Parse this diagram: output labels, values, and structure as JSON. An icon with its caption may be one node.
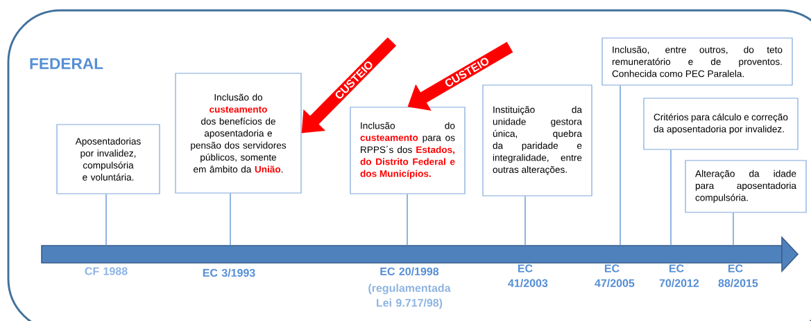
{
  "diagram": {
    "nodes": [
      {
        "text": [
          "Aposentadorias por invalidez, compulsória e voluntária."
        ]
      },
      {
        "text": [
          "Inclusão do **custeamento** dos benefícios de aposentadoria e pensão dos servidores públicos, somente em âmbito da **União**."
        ]
      },
      {
        "text": [
          "Inclusão do **custeamento** para os RPPS´s dos **Estados, do Distrito Federal e dos Municípios.**"
        ]
      },
      {
        "text": [
          "Instituição da unidade gestora única, quebra da paridade e integralidade, entre outras alterações."
        ]
      },
      {
        "text": [
          "Inclusão, entre outros, do teto remuneratório e de proventos. Conhecida como PEC Paralela."
        ]
      },
      {
        "text": [
          "Critérios para cálculo e correção da aposentadoria por invalidez."
        ]
      },
      {
        "text": [
          "Alteração da idade para aposentadoria compulsória."
        ]
      },
      {
        "text": [],
        "shape": "bar"
      }
    ],
    "edges": [
      {
        "from": 0,
        "to": 7,
        "arrow": "none"
      },
      {
        "from": 1,
        "to": 7,
        "arrow": "none"
      },
      {
        "from": 2,
        "to": 7,
        "arrow": "none"
      },
      {
        "from": 3,
        "to": 7,
        "arrow": "none"
      },
      {
        "from": 4,
        "to": 7,
        "arrow": "none"
      },
      {
        "from": 5,
        "to": 7,
        "arrow": "none"
      },
      {
        "from": 6,
        "to": 7,
        "arrow": "none"
      },
      {
        "from": null,
        "to": 1,
        "arrow": "to",
        "label": "CUSTEIO",
        "style": "thick",
        "color": "#ff0000"
      },
      {
        "from": null,
        "to": 2,
        "arrow": "to",
        "label": "CUSTEIO",
        "style": "thick",
        "color": "#ff0000"
      }
    ],
    "labels": [
      "FEDERAL",
      "CF 1988",
      "EC 3/1993",
      "EC 20/1998",
      "(regulamentada Lei 9.717/98)",
      "EC 41/2003",
      "EC 47/2005",
      "EC 70/2012",
      "EC 88/2015"
    ]
  }
}
